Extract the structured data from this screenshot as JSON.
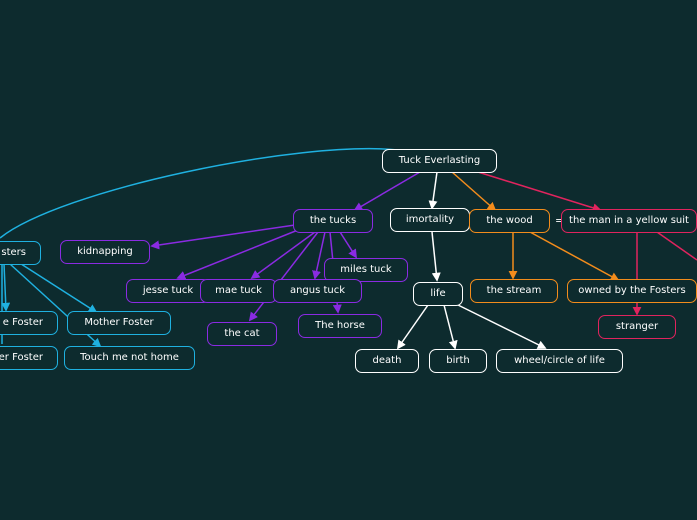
{
  "colors": {
    "background": "#0d2b2e",
    "white": "#ffffff",
    "purple": "#8a2be2",
    "orange": "#f28c1c",
    "pink": "#e0245e",
    "blue": "#1fb1e0"
  },
  "nodes": {
    "root": "Tuck Everlasting",
    "the_tucks": "the tucks",
    "imortality": "imortality",
    "the_wood": "the wood",
    "man_yellow_suit": "the man in a yellow suit",
    "kidnapping": "kidnapping",
    "miles_tuck": "miles tuck",
    "jesse_tuck": "jesse tuck",
    "mae_tuck": "mae tuck",
    "angus_tuck": "angus tuck",
    "the_cat": "the cat",
    "the_horse": "The horse",
    "life": "life",
    "the_stream": "the stream",
    "owned_by_fosters": "owned by the Fosters",
    "stranger": "stranger",
    "death": "death",
    "birth": "birth",
    "wheel_of_life": "wheel/circle of life",
    "fosters": "sters",
    "e_foster": "e Foster",
    "mother_foster": "Mother Foster",
    "er_foster": "er Foster",
    "touch_me_not_home": "Touch me not home"
  },
  "relationship_icon": "equals-icon"
}
